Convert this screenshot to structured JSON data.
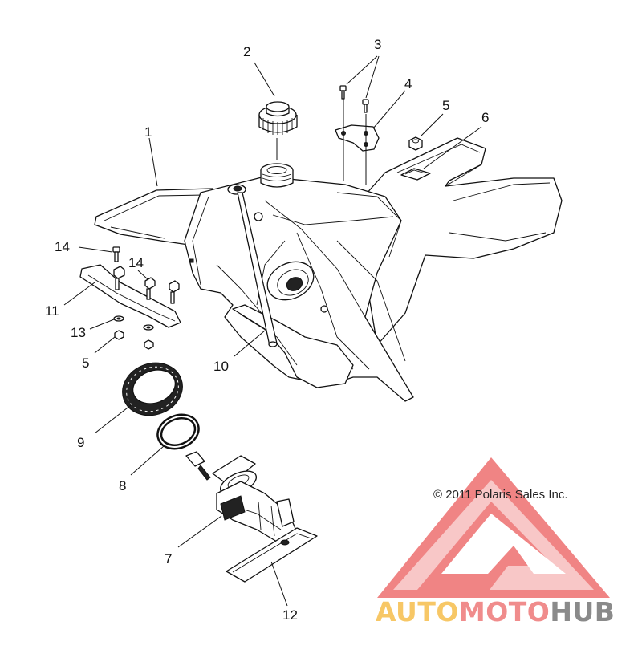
{
  "diagram": {
    "callouts": [
      {
        "id": "c1",
        "label": "1"
      },
      {
        "id": "c2",
        "label": "2"
      },
      {
        "id": "c3",
        "label": "3"
      },
      {
        "id": "c4",
        "label": "4"
      },
      {
        "id": "c5a",
        "label": "5"
      },
      {
        "id": "c6",
        "label": "6"
      },
      {
        "id": "c14a",
        "label": "14"
      },
      {
        "id": "c14b",
        "label": "14"
      },
      {
        "id": "c11",
        "label": "11"
      },
      {
        "id": "c13",
        "label": "13"
      },
      {
        "id": "c5b",
        "label": "5"
      },
      {
        "id": "c10",
        "label": "10"
      },
      {
        "id": "c9",
        "label": "9"
      },
      {
        "id": "c8",
        "label": "8"
      },
      {
        "id": "c7",
        "label": "7"
      },
      {
        "id": "c12",
        "label": "12"
      }
    ],
    "copyright": "© 2011 Polaris Sales Inc."
  },
  "watermark": {
    "parts": [
      "AUTO",
      "MOTO",
      "HUB"
    ],
    "colors": {
      "auto": "#f7c766",
      "moto": "#f08c8c",
      "hub": "#8a8a8a",
      "triangle": "#ee6f6f"
    }
  }
}
